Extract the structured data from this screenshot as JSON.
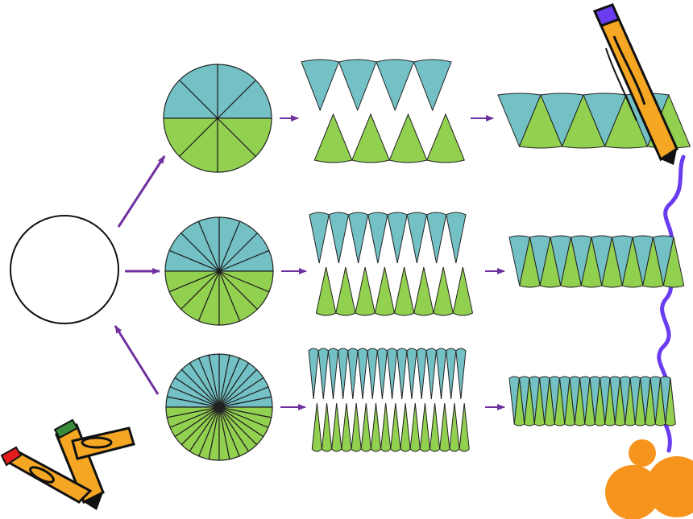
{
  "colors": {
    "teal": "#73c1c5",
    "green": "#92d050",
    "outline": "#222222",
    "arrow": "#7030a0",
    "pencil_yellow": "#f5a623",
    "pencil_tip": "#e51c1c",
    "pencil_eraser": "#3a8c3a",
    "scribble": "#6a3cf0",
    "dots": "#f7941d"
  },
  "rows": [
    {
      "slices": 8,
      "cut_pieces": 4
    },
    {
      "slices": 16,
      "cut_pieces": 8
    },
    {
      "slices": 32,
      "cut_pieces": 16
    }
  ],
  "icons": {
    "left_clipart": "crayons-icon",
    "right_clipart": "pencil-icon",
    "dots": "orange-dots-icon"
  }
}
